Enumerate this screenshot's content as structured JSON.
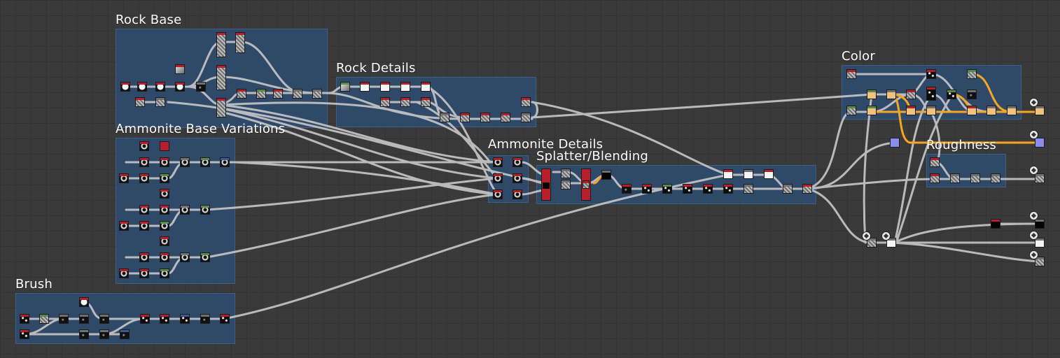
{
  "frames": {
    "rock_base": "Rock Base",
    "rock_details": "Rock Details",
    "ammonite_base_variations": "Ammonite Base Variations",
    "ammonite_details": "Ammonite Details",
    "splatter_blending": "Splatter/Blending",
    "brush": "Brush",
    "color": "Color",
    "roughness": "Roughness"
  },
  "colors": {
    "canvas": "#3a3a3a",
    "frame_fill": "#2f4a68",
    "wire": "#c8c8c8",
    "wire_color_graph": "#f5a623",
    "node_header_red": "#b3202a",
    "node_header_green": "#5a8a4a",
    "node_header_blue": "#3a5a9a",
    "node_header_gray": "#707070"
  }
}
